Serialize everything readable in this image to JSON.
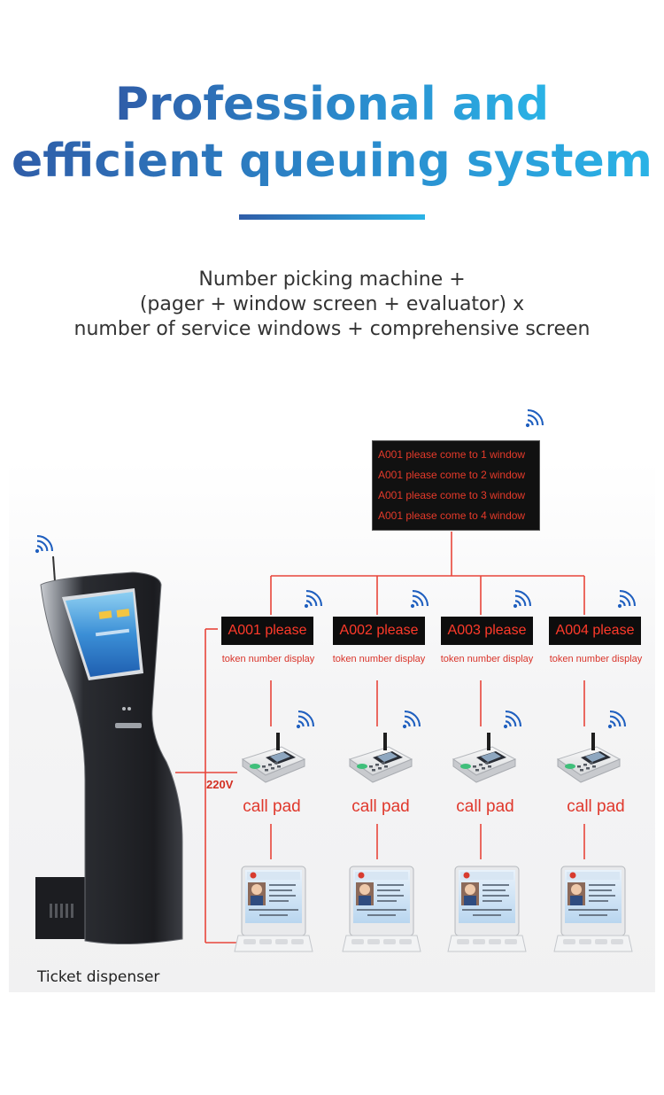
{
  "header": {
    "title_line1": "Professional and",
    "title_line2": "efficient queuing system"
  },
  "formula": {
    "line1": "Number picking machine +",
    "line2": "(pager + window screen + evaluator) x",
    "line3": "number of service windows + comprehensive screen"
  },
  "comprehensive_screen": {
    "lines": [
      "A001 please come to 1 window",
      "A001 please come to 2 window",
      "A001 please come to 3 window",
      "A001 please come to 4 window"
    ]
  },
  "windows": [
    {
      "display": "A001 please",
      "display_label": "token number display",
      "pad_label": "call pad"
    },
    {
      "display": "A002 please",
      "display_label": "token number display",
      "pad_label": "call pad"
    },
    {
      "display": "A003 please",
      "display_label": "token number display",
      "pad_label": "call pad"
    },
    {
      "display": "A004 please",
      "display_label": "token number display",
      "pad_label": "call pad"
    }
  ],
  "power_label": "220V",
  "dispenser_label": "Ticket dispenser",
  "colors": {
    "title_gradient_start": "#2f5da8",
    "title_gradient_end": "#2ab3e6",
    "connector_red": "#e8453a",
    "led_red": "#ff3a2a",
    "wifi_blue": "#1f5fbf"
  },
  "icons": [
    "wifi-icon",
    "ticket-kiosk",
    "call-pad-device",
    "evaluator-device"
  ]
}
